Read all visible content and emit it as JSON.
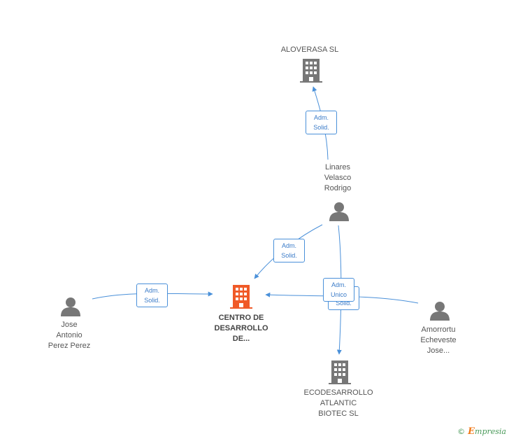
{
  "colors": {
    "edge": "#4a90d9",
    "person_icon": "#777777",
    "company_icon": "#777777",
    "focus_company_icon": "#f05a28",
    "badge_text": "#3a7bc8",
    "label_text": "#555555"
  },
  "nodes": {
    "aloverasa": {
      "label": "ALOVERASA  SL",
      "icon": "building-icon"
    },
    "linares": {
      "label": "Linares\nVelasco\nRodrigo",
      "icon": "person-icon"
    },
    "centro": {
      "label": "CENTRO DE\nDESARROLLO\nDE...",
      "icon": "building-icon"
    },
    "jose_antonio": {
      "label": "Jose\nAntonio\nPerez Perez",
      "icon": "person-icon"
    },
    "amorrortu": {
      "label": "Amorrortu\nEcheveste\nJose...",
      "icon": "person-icon"
    },
    "ecodesarrollo": {
      "label": "ECODESARROLLO\nATLANTIC\nBIOTEC SL",
      "icon": "building-icon"
    }
  },
  "edges": {
    "linares_aloverasa": {
      "label": "Adm.\nSolid."
    },
    "linares_centro": {
      "label": "Adm.\nSolid."
    },
    "jose_centro": {
      "label": "Adm.\nSolid."
    },
    "amorrortu_centro": {
      "label": "Adm.\nSolid."
    },
    "linares_ecodesarrollo": {
      "label": "Adm.\nUnico"
    }
  },
  "watermark": {
    "copyright": "©",
    "brand_initial": "E",
    "brand_rest": "mpresia"
  }
}
